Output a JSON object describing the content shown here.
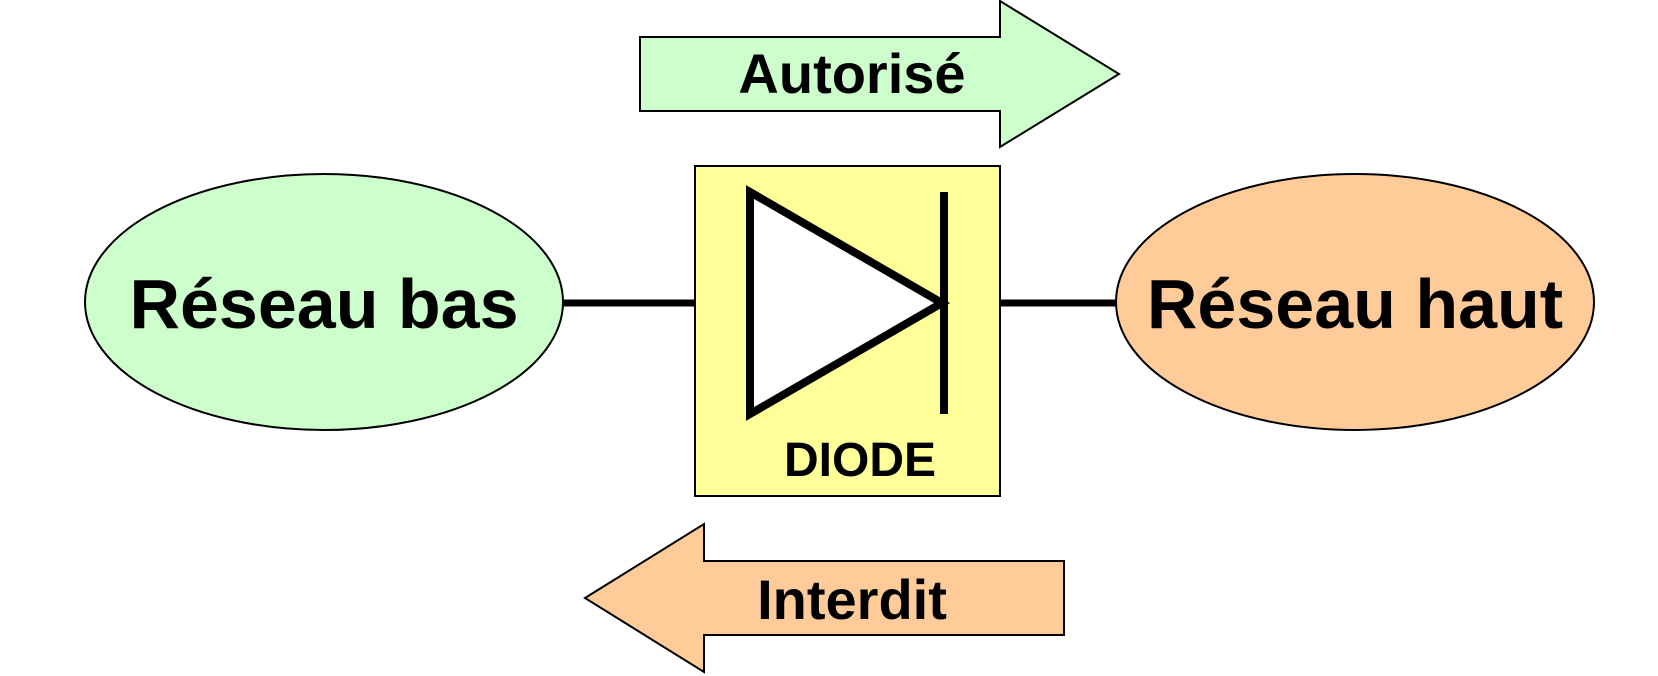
{
  "diagram": {
    "low_network": {
      "label": "Réseau bas",
      "color": "#ccffcc"
    },
    "high_network": {
      "label": "Réseau haut",
      "color": "#ffcc99"
    },
    "diode": {
      "label": "DIODE",
      "color": "#ffff99"
    },
    "allowed_arrow": {
      "label": "Autorisé",
      "direction": "right",
      "color": "#ccffcc"
    },
    "forbidden_arrow": {
      "label": "Interdit",
      "direction": "left",
      "color": "#ffcc99"
    },
    "icons": [
      "diode-symbol-icon"
    ]
  }
}
